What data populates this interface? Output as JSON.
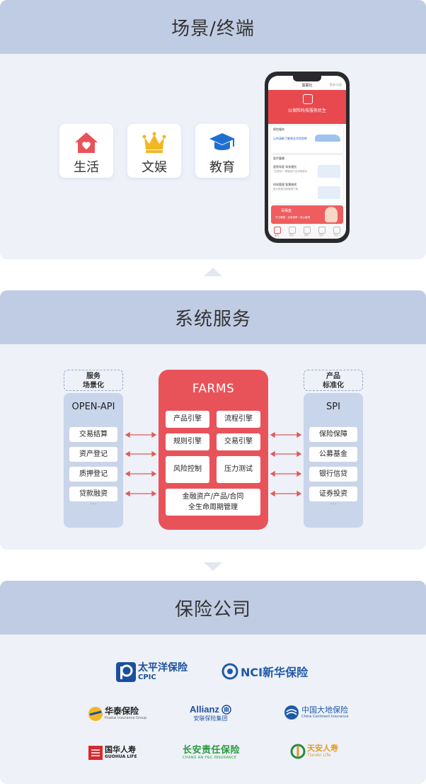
{
  "scene": {
    "title": "场景/终端",
    "tiles": [
      {
        "label": "生活",
        "icon": "house-heart-icon"
      },
      {
        "label": "文娱",
        "icon": "crown-icon"
      },
      {
        "label": "教育",
        "icon": "graduation-cap-icon"
      }
    ],
    "phone": {
      "app_title": "富聪社",
      "top_right": "登录/注册",
      "slogan": "以保险科技服务民生",
      "card1_title": "保险服务",
      "card1_sub": "让你清晰了解商业车险险种",
      "card2_title": "医疗健康",
      "card2_sub": "医院导医 科技便民",
      "card2_note": "\"互联网+\"健康医疗全流程服务",
      "card3_sub": "时间管理 智慧病房",
      "card3_note": "医疗数据全面管理方案",
      "promo_title": "百保盘",
      "promo_sub": "守卫健康｜全家保障｜放心管理",
      "nav": [
        "首页",
        "服务",
        "保单",
        "健康",
        "我的"
      ]
    }
  },
  "services": {
    "title": "系统服务",
    "left_tag": [
      "服务",
      "场景化"
    ],
    "right_tag": [
      "产品",
      "标准化"
    ],
    "left_title": "OPEN-API",
    "left_items": [
      "交易结算",
      "资产登记",
      "质押登记",
      "贷款融资"
    ],
    "right_title": "SPI",
    "right_items": [
      "保险保障",
      "公募基金",
      "银行信贷",
      "证券投资"
    ],
    "ellipsis": "···",
    "center_title": "FARMS",
    "engines": [
      "产品引擎",
      "流程引擎",
      "规则引擎",
      "交易引擎",
      "风险控制",
      "压力测试"
    ],
    "lifecycle": [
      "金融资产/产品/合同",
      "全生命周期管理"
    ],
    "colors": {
      "farms": "#e8535a",
      "arrow": "#e05a5a",
      "column": "#c9d5ea"
    }
  },
  "insurers": {
    "title": "保险公司",
    "logos": [
      {
        "name": "太平洋保险",
        "sub": "CPIC",
        "icon": "cpic-logo-icon"
      },
      {
        "name": "NCI新华保险",
        "sub": "",
        "icon": "nci-logo-icon"
      },
      {
        "name": "华泰保险",
        "sub": "Huatai Insurance Group",
        "icon": "huatai-logo-icon"
      },
      {
        "name": "Allianz",
        "sub": "安联保险集团",
        "icon": "allianz-logo-icon"
      },
      {
        "name": "中国大地保险",
        "sub": "China Continent Insurance",
        "icon": "dadi-logo-icon"
      },
      {
        "name": "国华人寿",
        "sub": "GUOHUA LIFE",
        "icon": "guohua-logo-icon"
      },
      {
        "name": "长安责任保险",
        "sub": "CHANG AN P&C INSURANCE",
        "icon": "changan-logo-icon"
      },
      {
        "name": "天安人寿",
        "sub": "TianAn Life",
        "icon": "tianan-logo-icon"
      }
    ]
  }
}
